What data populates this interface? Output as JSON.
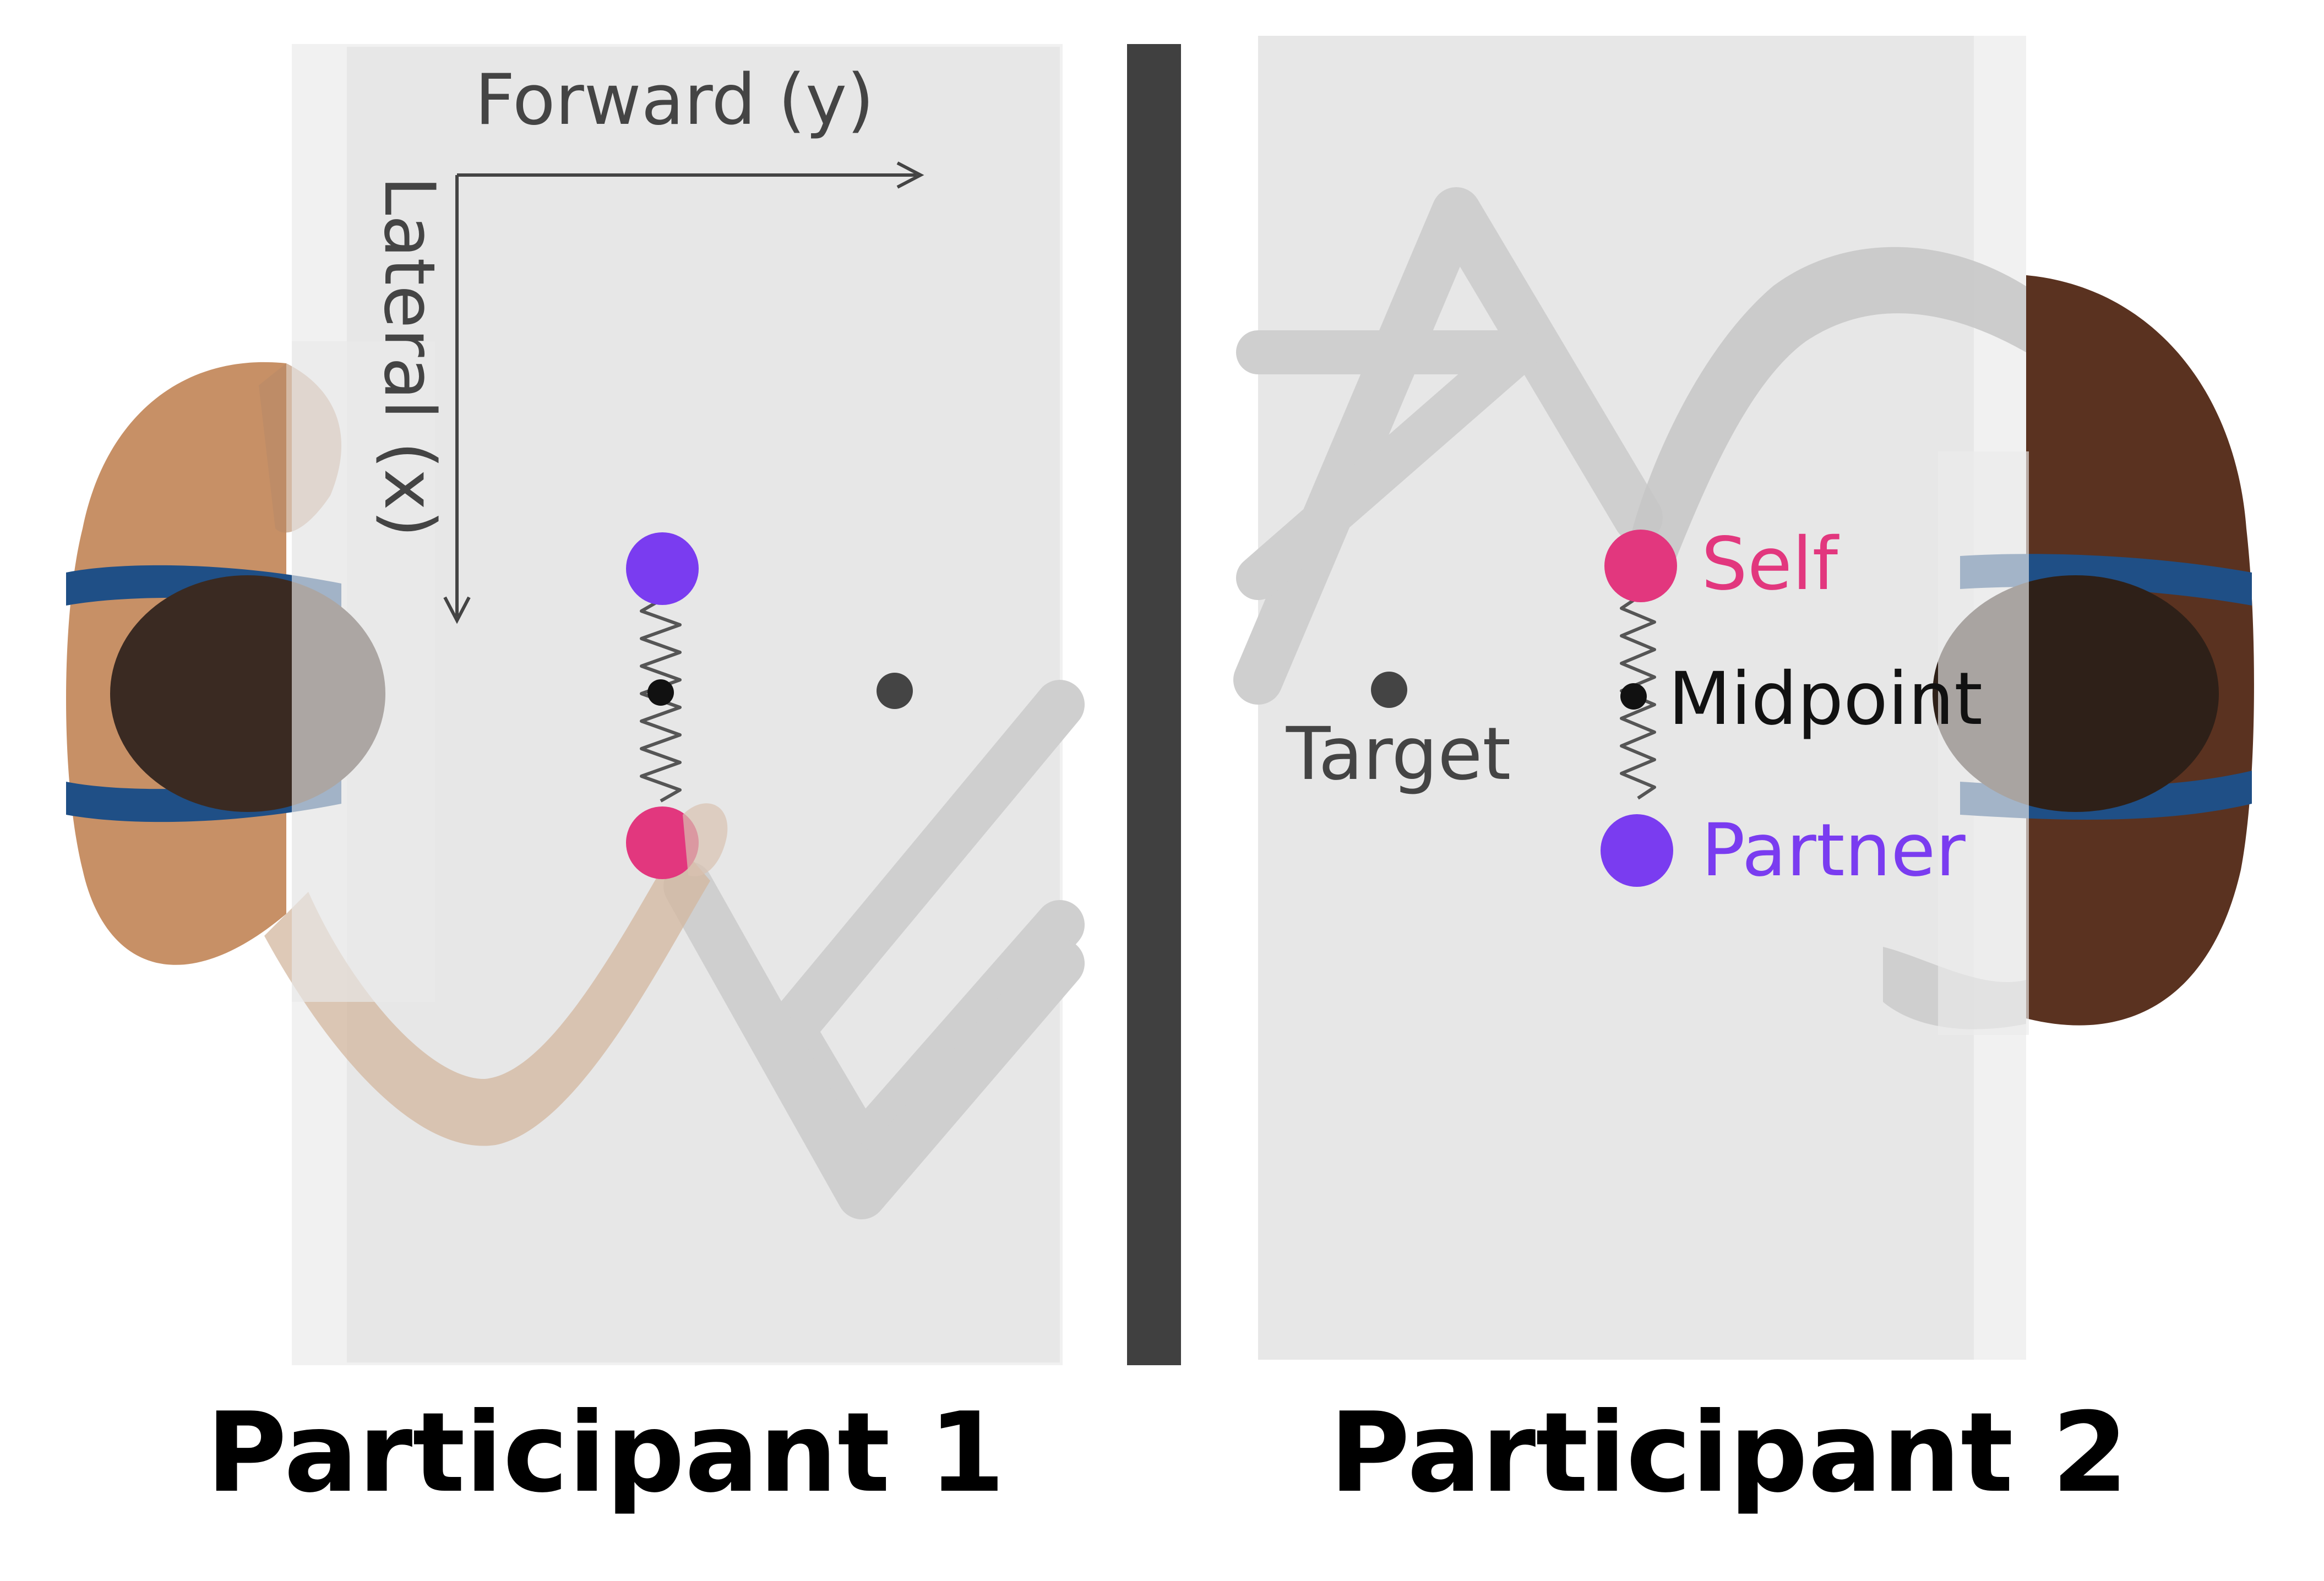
{
  "panels": [
    {
      "title": "Participant 1",
      "axes": {
        "forward_label": "Forward (y)",
        "lateral_label": "Lateral (x)"
      }
    },
    {
      "title": "Participant 2",
      "labels": {
        "self": "Self",
        "midpoint": "Midpoint",
        "target": "Target",
        "partner": "Partner"
      }
    }
  ],
  "colors": {
    "self": "#e2377e",
    "partner": "#7a3cf0",
    "midpoint": "#111111",
    "target": "#444444",
    "workspace": "#e7e7e7",
    "divider": "#404040",
    "spring": "#555555",
    "skin_light": "#d4a078",
    "skin_dark": "#5a3220",
    "shirt_band": "#1f4f86",
    "hair": "#3a2a22"
  }
}
